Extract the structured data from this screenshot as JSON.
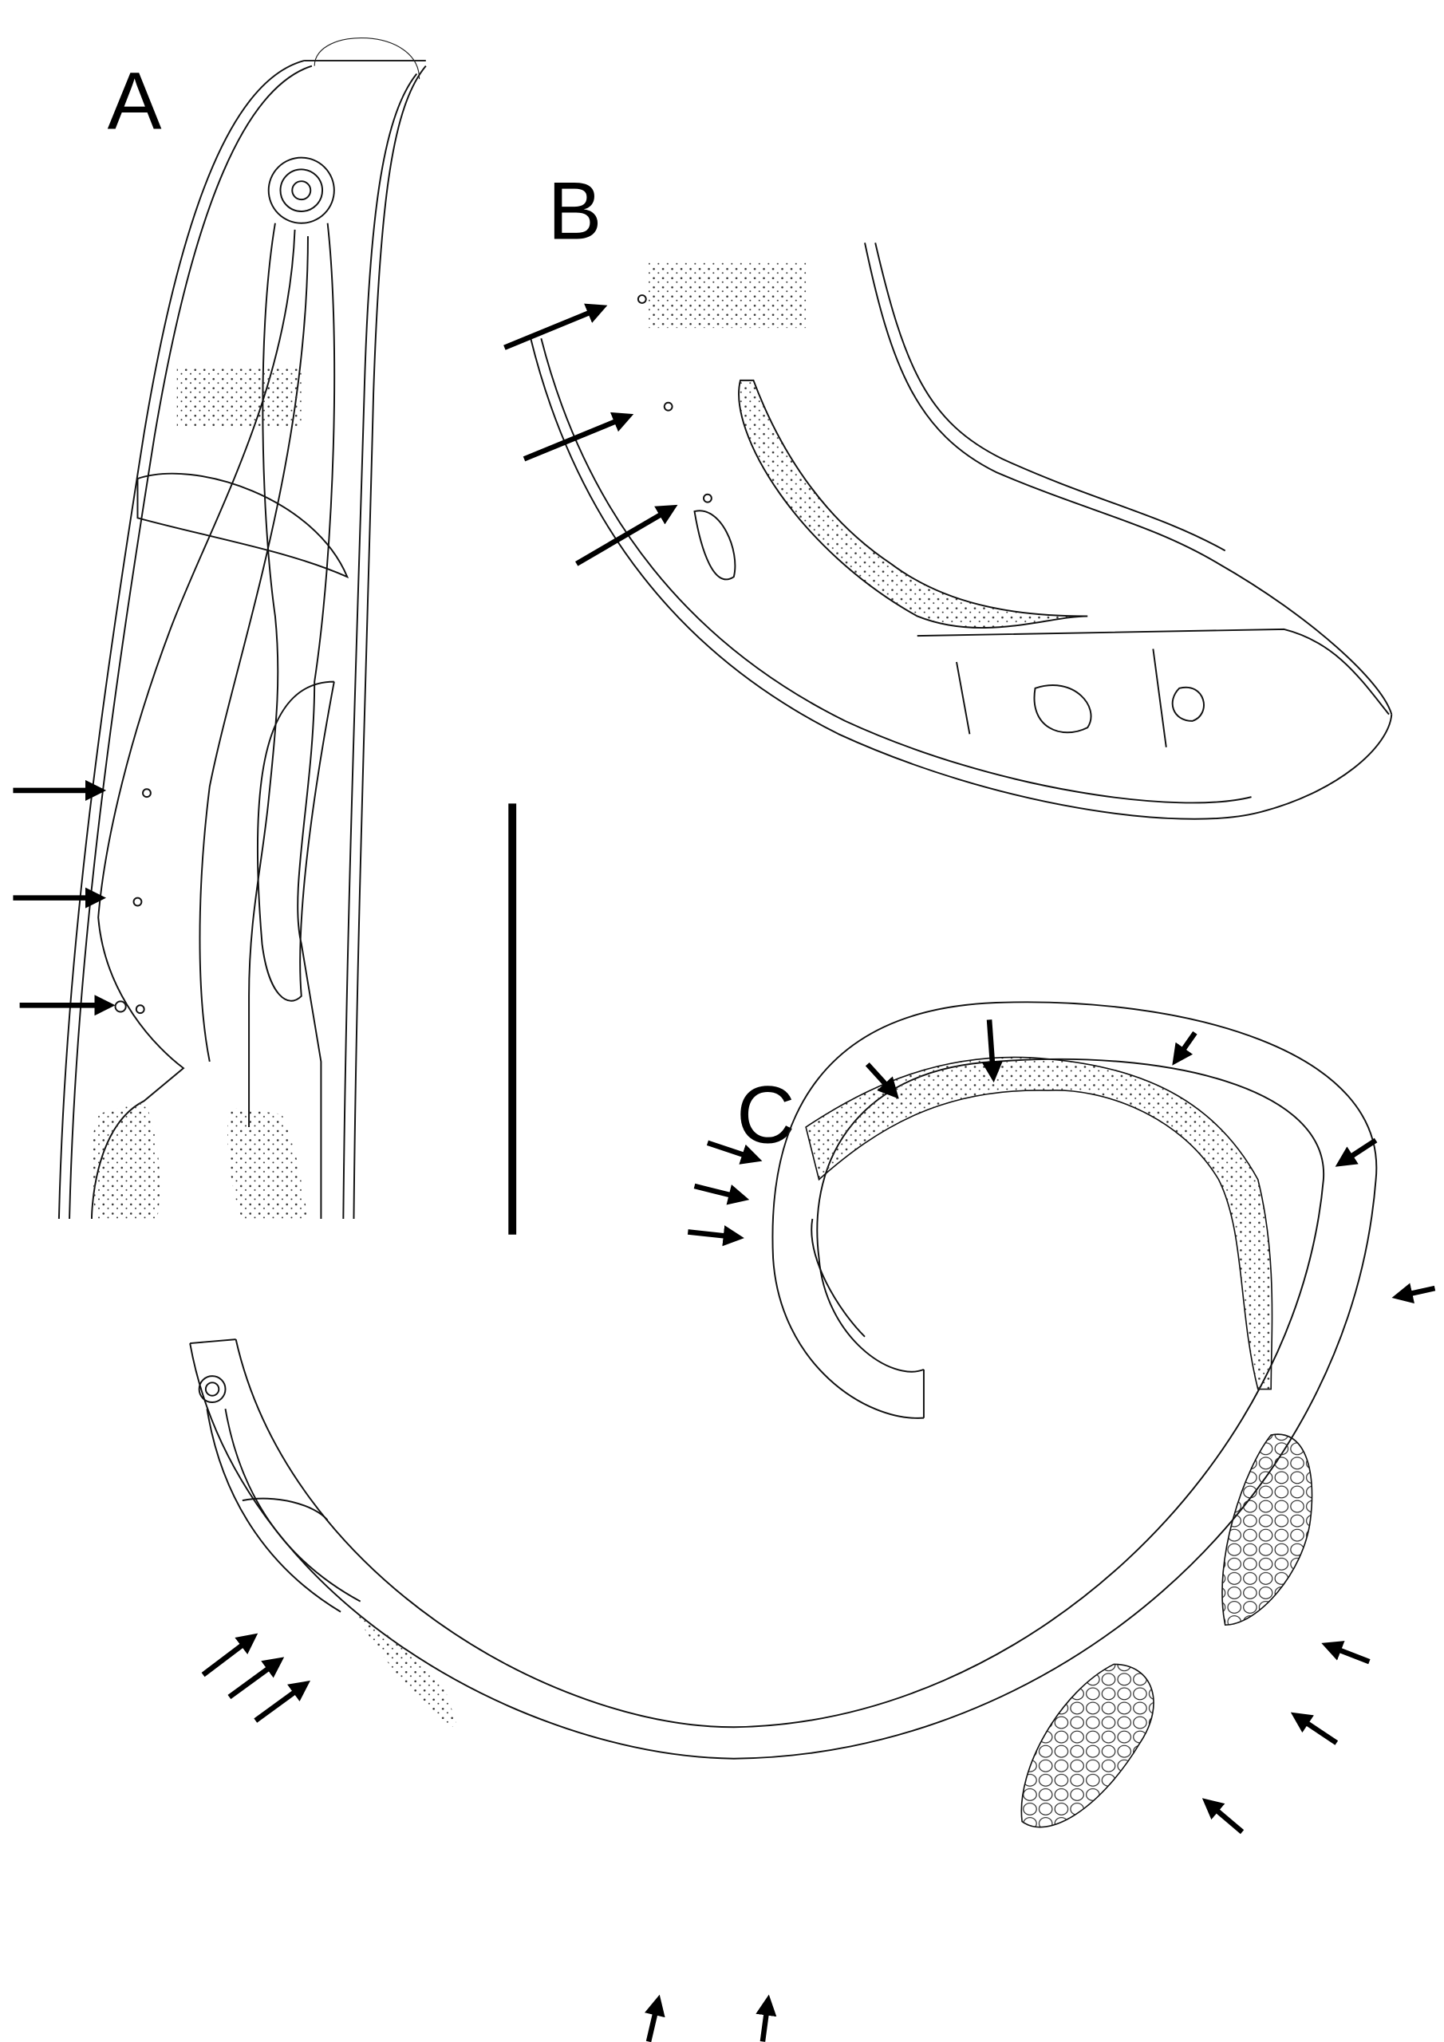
{
  "panels": [
    {
      "label": "A"
    },
    {
      "label": "B"
    },
    {
      "label": "C"
    }
  ],
  "colors": {
    "ink": "#000000",
    "background": "#ffffff"
  }
}
